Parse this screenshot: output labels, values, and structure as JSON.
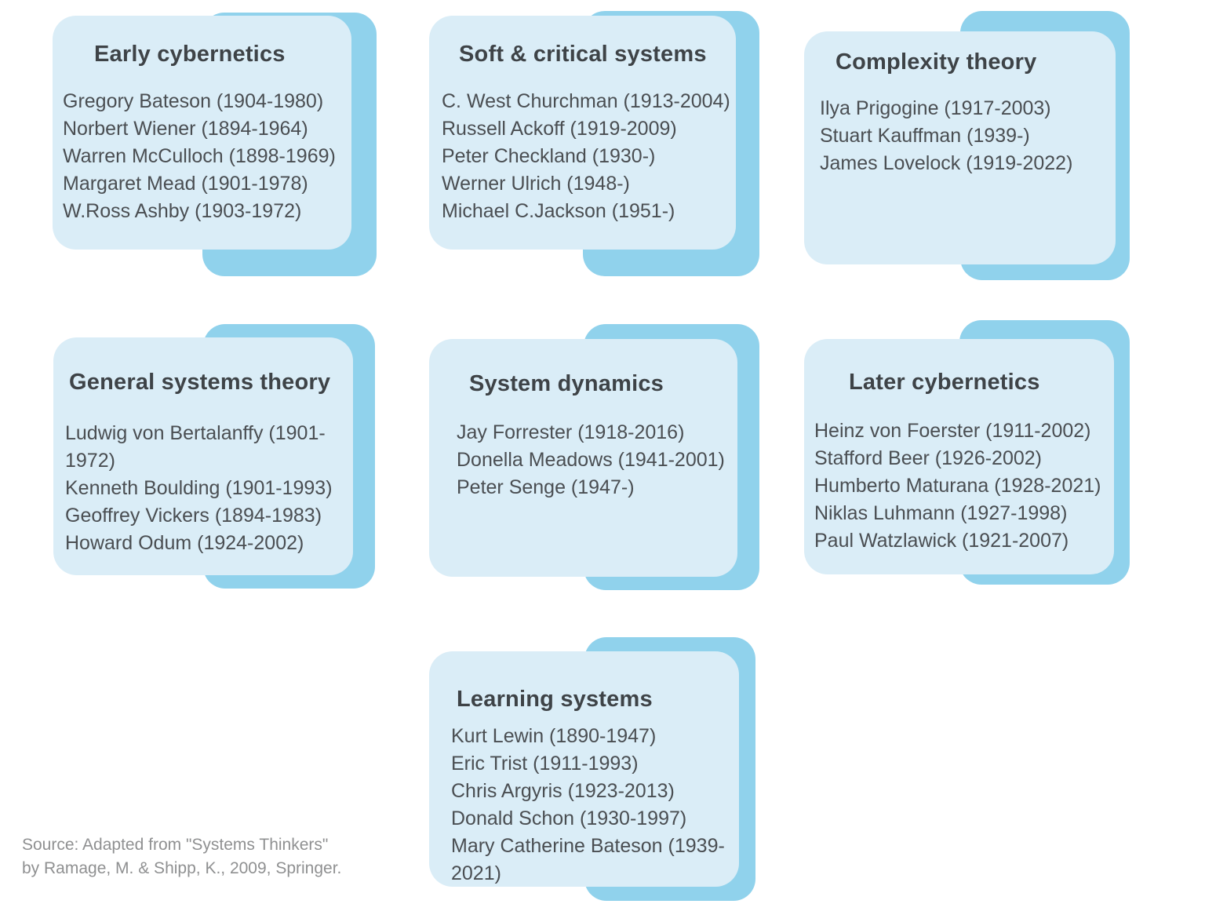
{
  "colors": {
    "card_bg": "#daedf7",
    "accent": "#90d2ec",
    "title_text": "#3e4347",
    "body_text": "#4a4e52",
    "source_text": "#8f9091",
    "page_bg": "#ffffff"
  },
  "cards": [
    {
      "title": "Early cybernetics",
      "names": [
        "Gregory Bateson (1904-1980)",
        "Norbert Wiener (1894-1964)",
        "Warren McCulloch (1898-1969)",
        "Margaret Mead (1901-1978)",
        "W.Ross Ashby (1903-1972)"
      ]
    },
    {
      "title": "Soft & critical systems",
      "names": [
        "C. West Churchman (1913-2004)",
        "Russell Ackoff (1919-2009)",
        "Peter Checkland (1930-)",
        "Werner Ulrich (1948-)",
        "Michael C.Jackson (1951-)"
      ]
    },
    {
      "title": "Complexity theory",
      "names": [
        "Ilya Prigogine (1917-2003)",
        "Stuart Kauffman (1939-)",
        "James Lovelock (1919-2022)"
      ]
    },
    {
      "title": "General systems theory",
      "names": [
        "Ludwig von Bertalanffy (1901-1972)",
        "Kenneth Boulding (1901-1993)",
        "Geoffrey Vickers (1894-1983)",
        "Howard Odum (1924-2002)"
      ]
    },
    {
      "title": "System dynamics",
      "names": [
        "Jay Forrester (1918-2016)",
        "Donella Meadows (1941-2001)",
        "Peter Senge (1947-)"
      ]
    },
    {
      "title": "Later cybernetics",
      "names": [
        "Heinz von Foerster (1911-2002)",
        "Stafford Beer (1926-2002)",
        "Humberto Maturana (1928-2021)",
        "Niklas Luhmann (1927-1998)",
        "Paul Watzlawick (1921-2007)"
      ]
    },
    {
      "title": "Learning systems",
      "names": [
        "Kurt Lewin (1890-1947)",
        "Eric Trist (1911-1993)",
        "Chris Argyris (1923-2013)",
        "Donald Schon (1930-1997)",
        "Mary Catherine Bateson (1939-2021)"
      ]
    }
  ],
  "source": {
    "lines": [
      "Source: Adapted from \"Systems Thinkers\"",
      "by Ramage, M. & Shipp, K., 2009, Springer."
    ]
  }
}
